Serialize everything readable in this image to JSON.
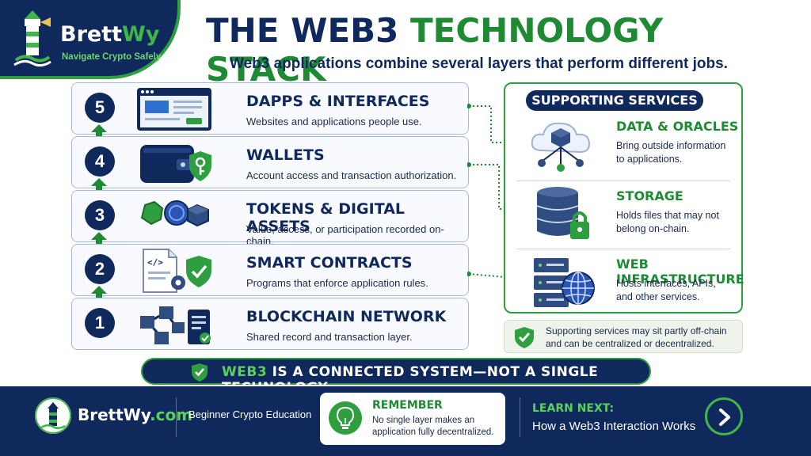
{
  "brand": {
    "name_part1": "Brett",
    "name_part2": "Wy",
    "tagline": "Navigate Crypto Safely"
  },
  "header": {
    "title_part1": "THE WEB3",
    "title_part2": "TECHNOLOGY STACK",
    "subtitle": "Web3 applications combine several layers that perform different jobs."
  },
  "layers": [
    {
      "number": "5",
      "title": "DAPPS & INTERFACES",
      "description": "Websites and applications people use.",
      "icon": "browser-window-icon"
    },
    {
      "number": "4",
      "title": "WALLETS",
      "description": "Account access and transaction authorization.",
      "icon": "wallet-icon"
    },
    {
      "number": "3",
      "title": "TOKENS & DIGITAL ASSETS",
      "description": "Value, access, or participation recorded on-chain.",
      "icon": "tokens-icon"
    },
    {
      "number": "2",
      "title": "SMART CONTRACTS",
      "description": "Programs that enforce application rules.",
      "icon": "code-document-icon"
    },
    {
      "number": "1",
      "title": "BLOCKCHAIN NETWORK",
      "description": "Shared record and transaction layer.",
      "icon": "blockchain-icon"
    }
  ],
  "services": {
    "label": "SUPPORTING SERVICES",
    "items": [
      {
        "title": "DATA & ORACLES",
        "description": "Bring outside information to applications.",
        "icon": "cloud-network-icon"
      },
      {
        "title": "STORAGE",
        "description": "Holds files that may not belong on-chain.",
        "icon": "database-lock-icon"
      },
      {
        "title": "WEB INFRASTRUCTURE",
        "description": "Hosts interfaces, APIs, and other services.",
        "icon": "server-globe-icon"
      }
    ],
    "note": "Supporting services may sit partly off-chain and can be centralized or decentralized."
  },
  "banner": {
    "highlight": "WEB3",
    "text": " IS A CONNECTED SYSTEM—NOT A SINGLE TECHNOLOGY"
  },
  "footer": {
    "brand_part1": "BrettWy",
    "brand_part2": ".com",
    "education": "Beginner Crypto Education",
    "remember_title": "REMEMBER",
    "remember_text": "No single layer makes an application fully decentralized.",
    "learn_label": "LEARN NEXT:",
    "learn_text": "How a Web3 Interaction Works"
  },
  "colors": {
    "navy": "#10295c",
    "green": "#1e8a34",
    "bright_green": "#3fb64a"
  }
}
